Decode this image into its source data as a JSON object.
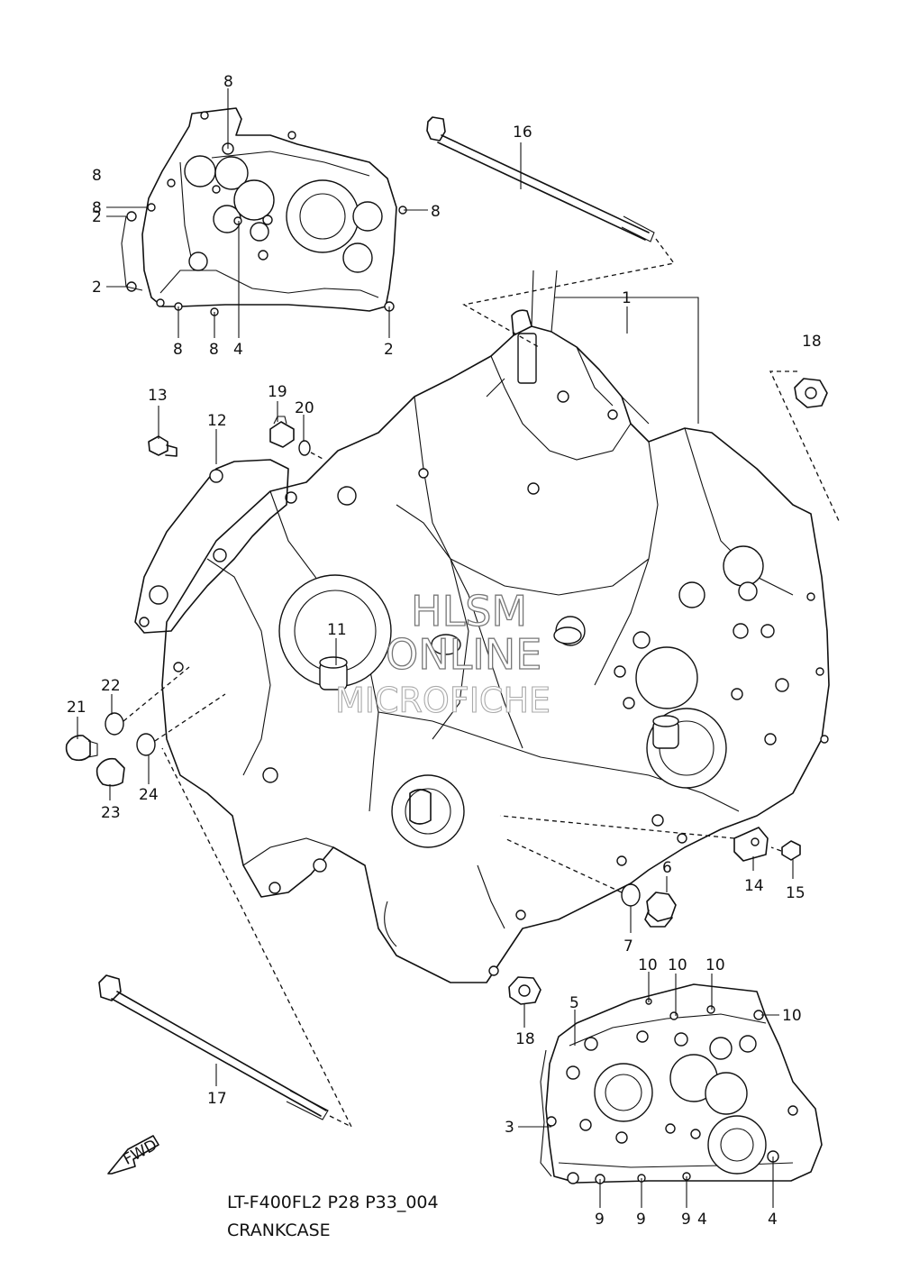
{
  "diagram": {
    "caption_code": "LT-F400FL2 P28 P33_004",
    "caption_title": "CRANKCASE",
    "fwd_label": "FWD",
    "watermark": [
      "HLSM",
      "ONLINE",
      "MICROFICHE"
    ],
    "callouts": {
      "c8a": "8",
      "c8b": "8",
      "c8c": "8",
      "c8d": "8",
      "c8e": "8",
      "c8f": "8",
      "c2a": "2",
      "c2b": "2",
      "c2c": "2",
      "c4a": "4",
      "c4b": "4",
      "c4c": "4",
      "c16": "16",
      "c1": "1",
      "c18a": "18",
      "c18b": "18",
      "c13": "13",
      "c19": "19",
      "c20": "20",
      "c12": "12",
      "c11": "11",
      "c22": "22",
      "c21": "21",
      "c23": "23",
      "c24": "24",
      "c14": "14",
      "c15": "15",
      "c6": "6",
      "c7": "7",
      "c17": "17",
      "c10a": "10",
      "c10b": "10",
      "c10c": "10",
      "c10d": "10",
      "c5": "5",
      "c3": "3",
      "c9a": "9",
      "c9b": "9",
      "c9c": "9"
    }
  }
}
